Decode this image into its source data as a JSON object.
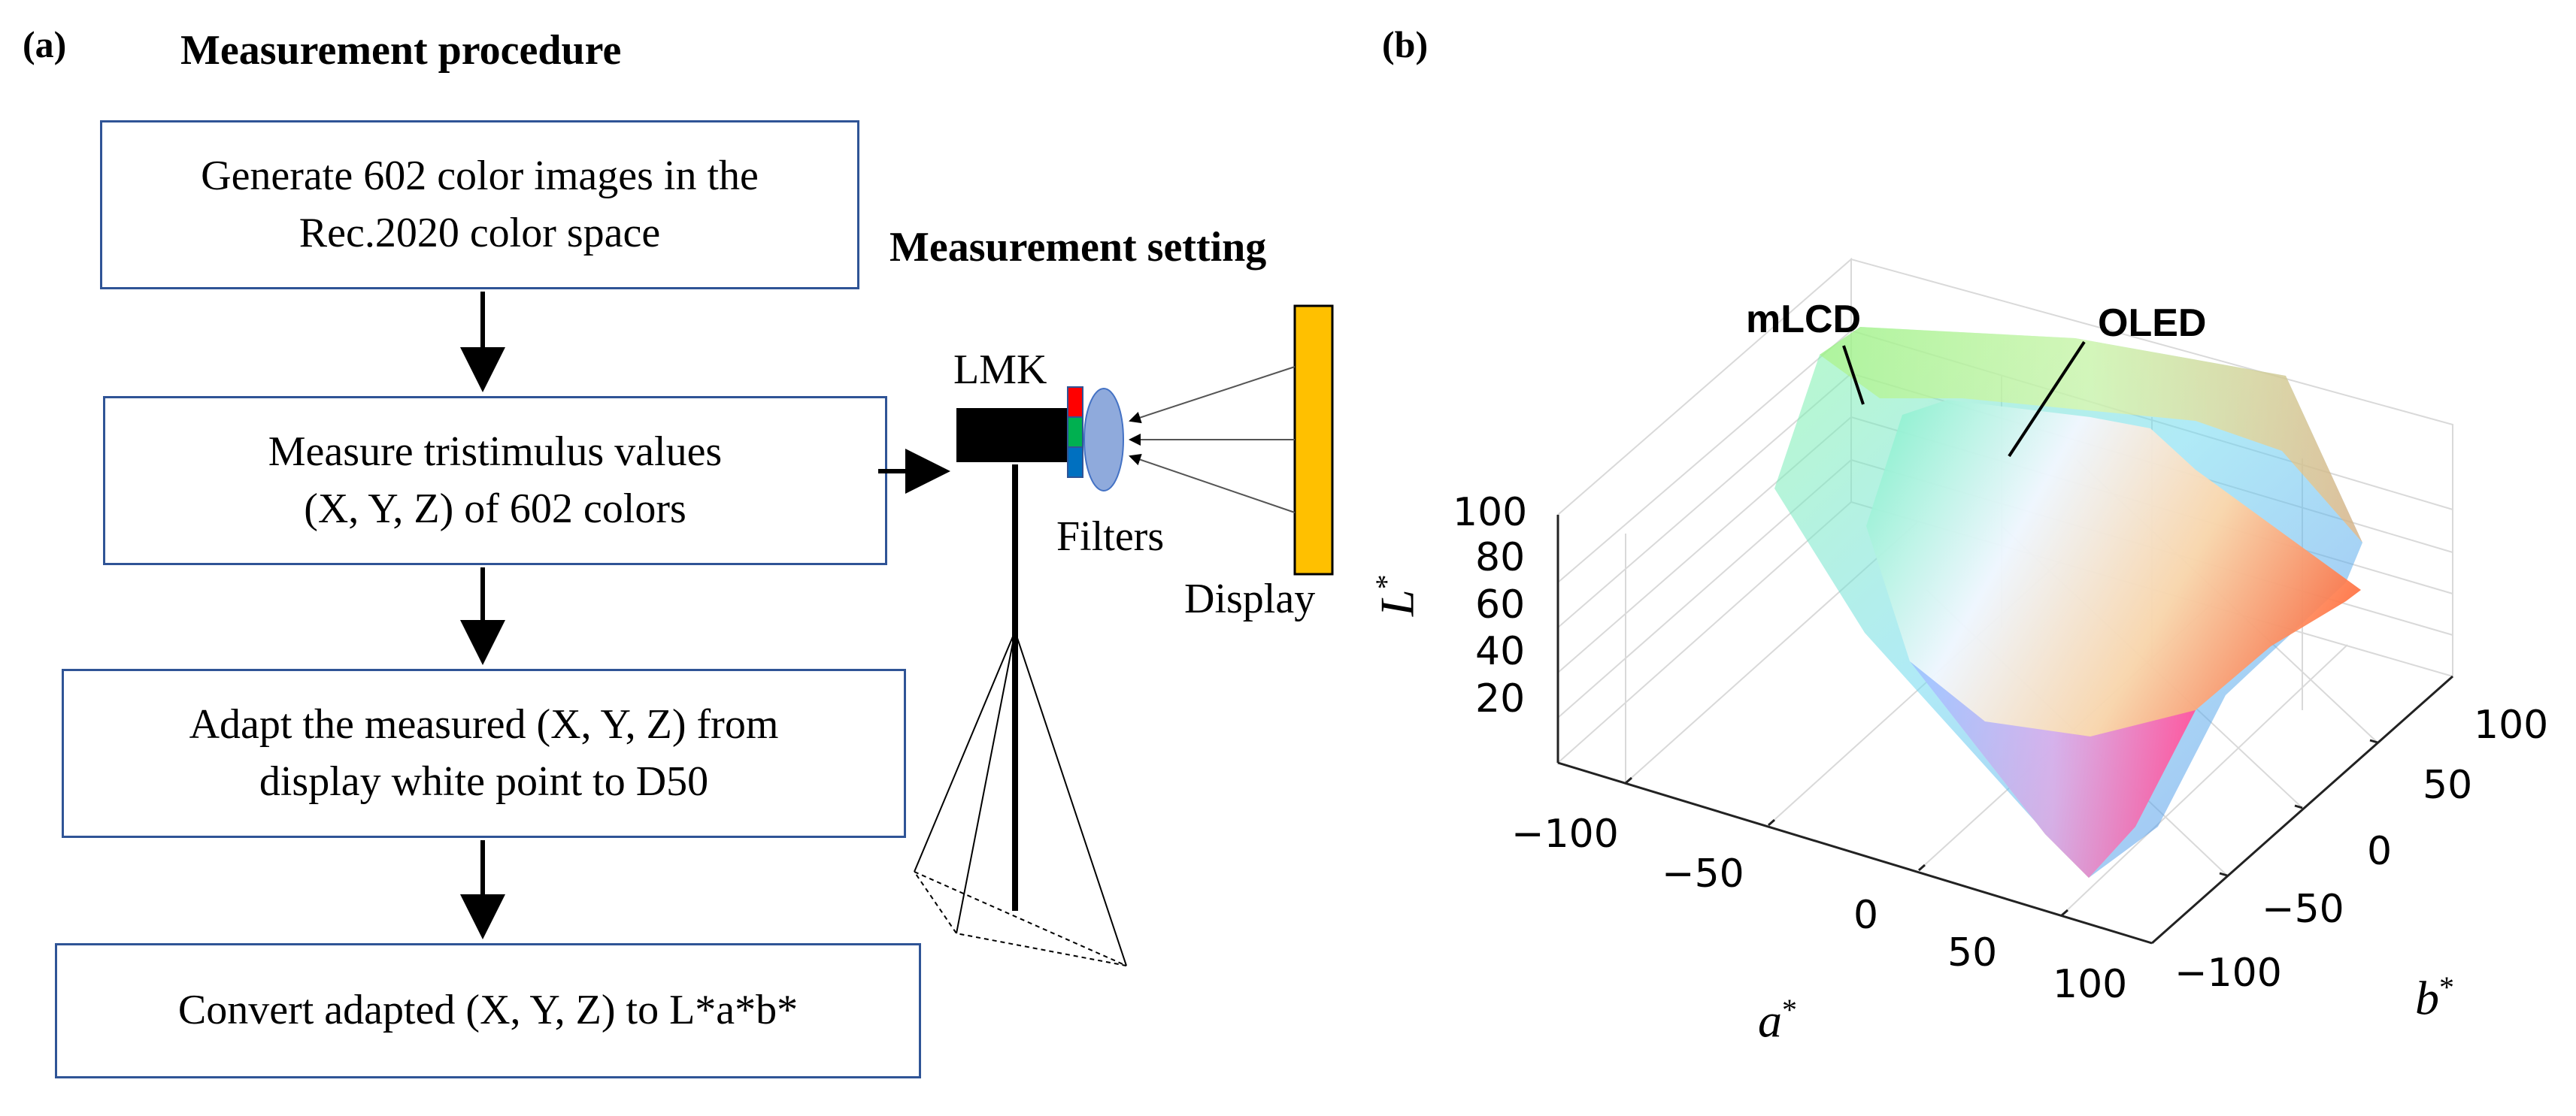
{
  "panel_a": {
    "label": "(a)",
    "procedure_title": "Measurement procedure",
    "steps": [
      {
        "line1": "Generate 602 color images in the",
        "line2": "Rec.2020 color space"
      },
      {
        "line1": "Measure tristimulus values",
        "line2": "(X, Y, Z) of 602 colors"
      },
      {
        "line1": "Adapt the measured (X, Y, Z) from",
        "line2": "display white point to D50"
      },
      {
        "line1": "Convert adapted (X, Y, Z) to L*a*b*",
        "line2": ""
      }
    ],
    "setting_title": "Measurement setting",
    "camera_label": "LMK",
    "filters_label": "Filters",
    "display_label": "Display",
    "colors": {
      "box_border": "#2f5496",
      "display": "#ffc000",
      "lens": "#8faadc",
      "filter_red": "#ff0000",
      "filter_green": "#00b050",
      "filter_blue": "#0070c0"
    }
  },
  "panel_b": {
    "label": "(b)",
    "gamut_labels": [
      "mLCD",
      "OLED"
    ],
    "z_axis": {
      "label": "L",
      "superscript": "*",
      "ticks": [
        "100",
        "80",
        "60",
        "40",
        "20"
      ]
    },
    "a_axis": {
      "label": "a",
      "superscript": "*",
      "ticks": [
        "−100",
        "−50",
        "0",
        "50",
        "100"
      ]
    },
    "b_axis": {
      "label": "b",
      "superscript": "*",
      "ticks": [
        "100",
        "50",
        "0",
        "−50",
        "−100"
      ]
    }
  }
}
